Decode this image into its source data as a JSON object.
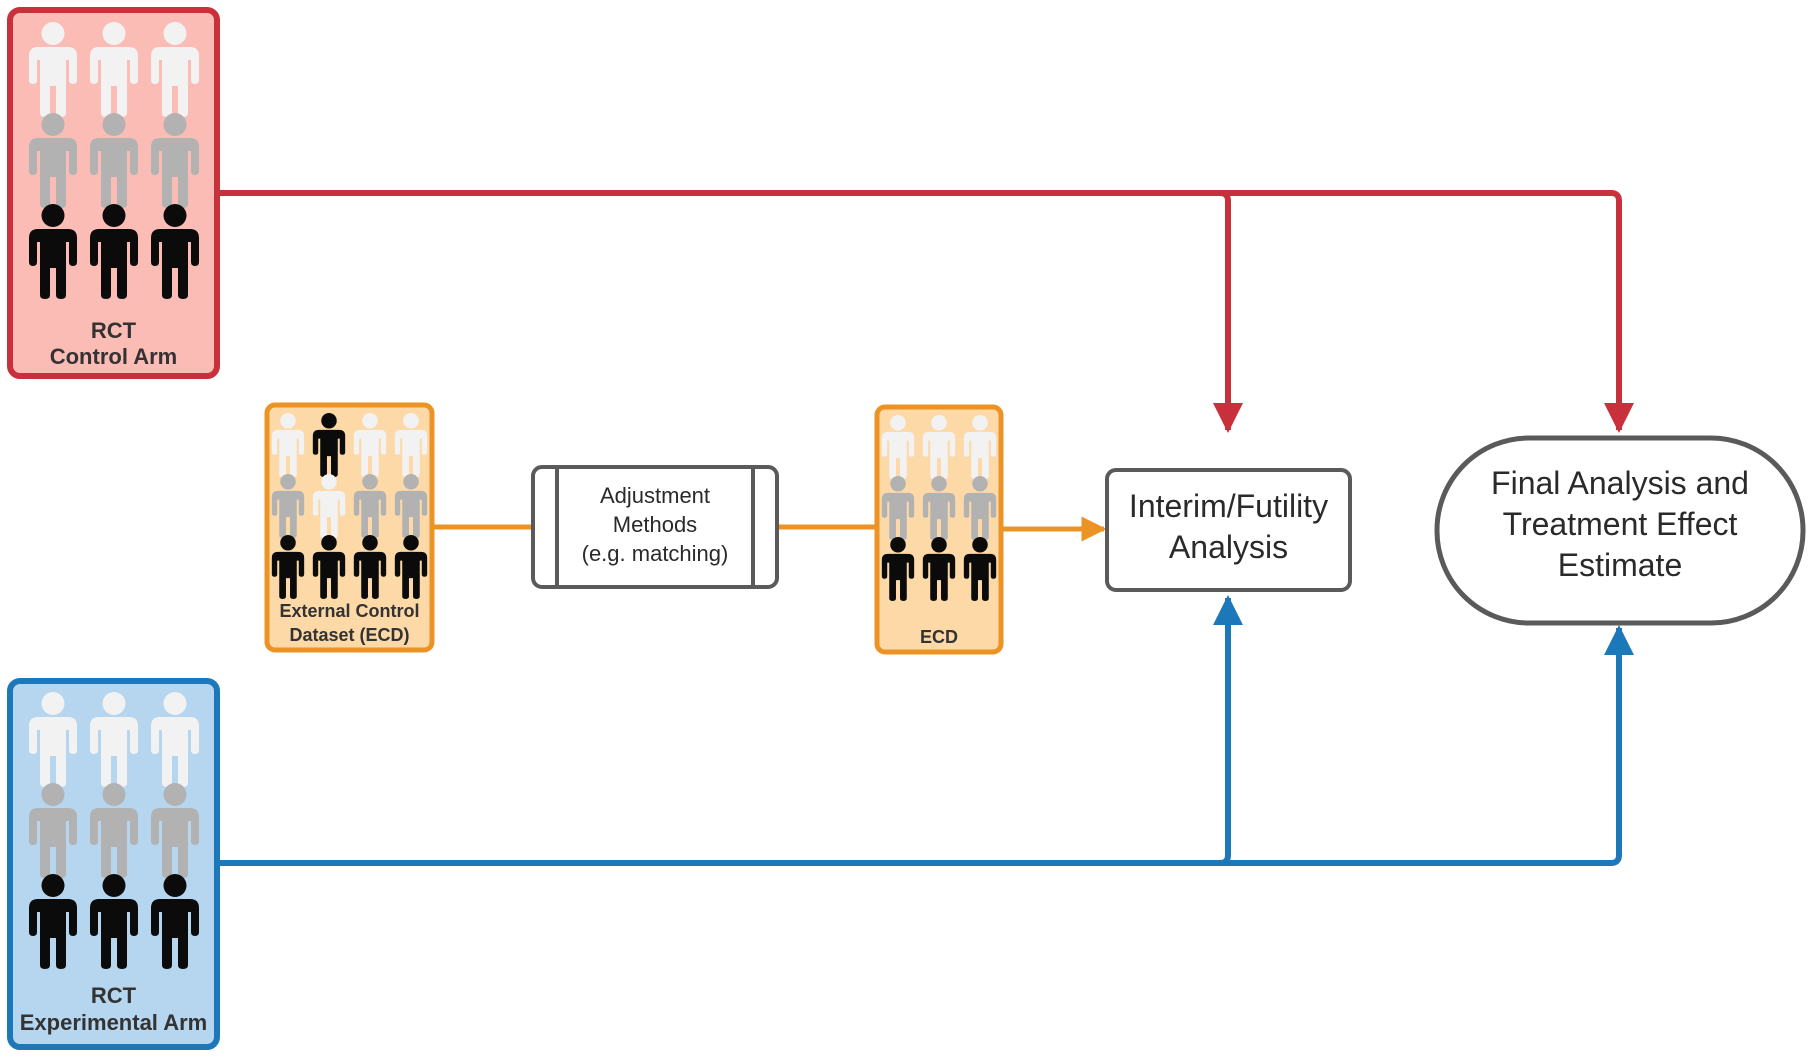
{
  "colors": {
    "control": "#c8303c",
    "control_fill": "#fbbcb6",
    "experimental": "#1c78b8",
    "experimental_fill": "#b6d5ef",
    "external": "#ec9325",
    "external_fill": "#fcd9a6",
    "node_border": "#5a5a5a",
    "person_light": "#f2f2f2",
    "person_mid": "#b2b2b2",
    "person_dark": "#0b0b0b"
  },
  "icons": [
    "person-icon"
  ],
  "boxes": {
    "rct_control": {
      "line1": "RCT",
      "line2": "Control Arm",
      "rows": [
        "light",
        "light",
        "light",
        "mid",
        "mid",
        "mid",
        "dark",
        "dark",
        "dark"
      ]
    },
    "rct_experimental": {
      "line1": "RCT",
      "line2": "Experimental Arm",
      "rows": [
        "light",
        "light",
        "light",
        "mid",
        "mid",
        "mid",
        "dark",
        "dark",
        "dark"
      ]
    },
    "external_control": {
      "line1": "External Control",
      "line2": "Dataset (ECD)",
      "rows": [
        "light",
        "dark",
        "light",
        "light",
        "mid",
        "light",
        "mid",
        "mid",
        "dark",
        "dark",
        "dark",
        "dark"
      ]
    },
    "ecd": {
      "label": "ECD",
      "rows": [
        "light",
        "light",
        "light",
        "mid",
        "mid",
        "mid",
        "dark",
        "dark",
        "dark"
      ]
    }
  },
  "nodes": {
    "adjustment": {
      "line1": "Adjustment",
      "line2": "Methods",
      "line3": "(e.g. matching)"
    },
    "interim": {
      "line1": "Interim/Futility",
      "line2": "Analysis"
    },
    "final": {
      "line1": "Final Analysis and",
      "line2": "Treatment Effect",
      "line3": "Estimate"
    }
  }
}
